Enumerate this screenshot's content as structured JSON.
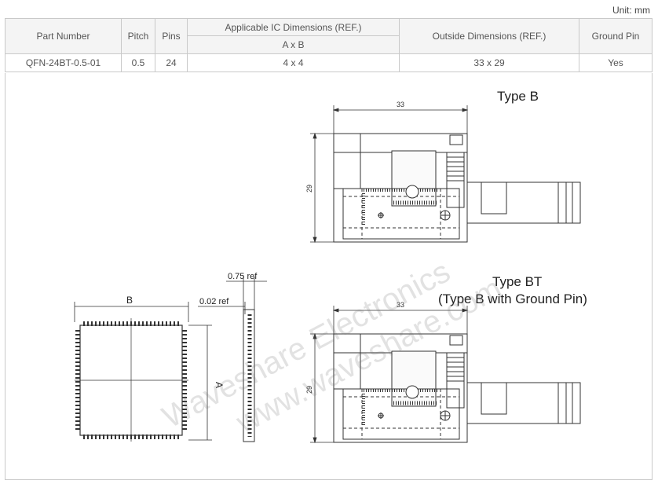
{
  "unit_label": "Unit: mm",
  "table": {
    "headers": {
      "part_number": "Part Number",
      "pitch": "Pitch",
      "pins": "Pins",
      "ic_dimensions": "Applicable IC Dimensions (REF.)",
      "ic_sub": "A x B",
      "outside_dimensions": "Outside Dimensions (REF.)",
      "ground_pin": "Ground Pin"
    },
    "rows": [
      {
        "part_number": "QFN-24BT-0.5-01",
        "pitch": "0.5",
        "pins": "24",
        "ic_dimensions": "4 x 4",
        "outside_dimensions": "33 x 29",
        "ground_pin": "Yes"
      }
    ]
  },
  "drawing": {
    "type_b_title": "Type B",
    "type_bt_title": "Type BT",
    "type_bt_subtitle": "(Type B with Ground Pin)",
    "dim_width": "33",
    "dim_height": "29",
    "ic_label_b": "B",
    "ic_label_a": "A",
    "dim_075": "0.75 ref",
    "dim_002": "0.02 ref",
    "watermark_1": "Waveshare Electronics",
    "watermark_2": "www.waveshare.com"
  }
}
